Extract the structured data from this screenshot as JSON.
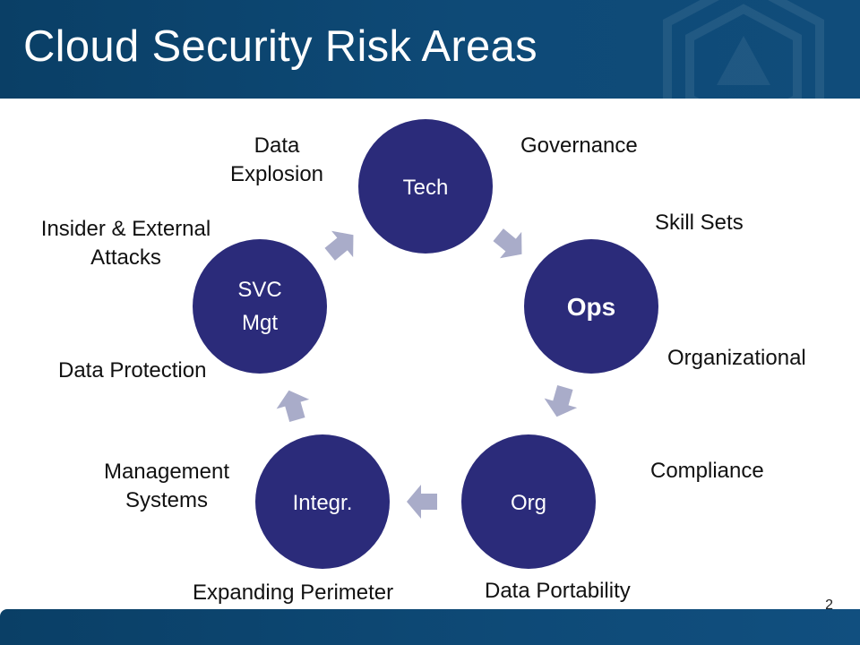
{
  "slide": {
    "title": "Cloud Security Risk Areas",
    "page_number": "2"
  },
  "cycle": {
    "nodes": [
      {
        "id": "tech",
        "lines": [
          "Tech"
        ]
      },
      {
        "id": "ops",
        "lines": [
          "Ops"
        ],
        "bold": true
      },
      {
        "id": "org",
        "lines": [
          "Org"
        ]
      },
      {
        "id": "integr",
        "lines": [
          "Integr."
        ]
      },
      {
        "id": "svc",
        "lines": [
          "SVC",
          "Mgt"
        ]
      }
    ],
    "node_color": "#2b2b7a",
    "arrow_color": "#a9acc9"
  },
  "labels": {
    "data_explosion": "Data\nExplosion",
    "governance": "Governance",
    "skill_sets": "Skill Sets",
    "insider_attacks": "Insider & External\nAttacks",
    "organizational": "Organizational",
    "data_protection": "Data Protection",
    "compliance": "Compliance",
    "management_systems": "Management\nSystems",
    "expanding_perimeter": "Expanding Perimeter",
    "data_portability": "Data Portability"
  }
}
